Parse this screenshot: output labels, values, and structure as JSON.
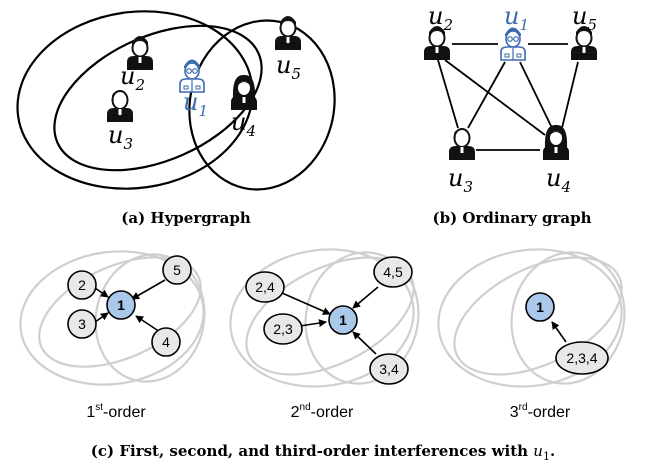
{
  "users": {
    "u1": {
      "base": "u",
      "sub": "1"
    },
    "u2": {
      "base": "u",
      "sub": "2"
    },
    "u3": {
      "base": "u",
      "sub": "3"
    },
    "u4": {
      "base": "u",
      "sub": "4"
    },
    "u5": {
      "base": "u",
      "sub": "5"
    }
  },
  "captions": {
    "a": "(a) Hypergraph",
    "b": "(b) Ordinary graph",
    "c_text": "(c) First, second, and third-order interferences with ",
    "c_var": "u",
    "c_sub": "1",
    "c_end": "."
  },
  "panel_c": {
    "first": {
      "center": "1",
      "nodes": [
        "2",
        "3",
        "5",
        "4"
      ],
      "label_num": "1",
      "label_sup": "st",
      "label_rest": "-order"
    },
    "second": {
      "center": "1",
      "nodes": [
        "2,4",
        "2,3",
        "4,5",
        "3,4"
      ],
      "label_num": "2",
      "label_sup": "nd",
      "label_rest": "-order"
    },
    "third": {
      "center": "1",
      "nodes": [
        "2,3,4"
      ],
      "label_num": "3",
      "label_sup": "rd",
      "label_rest": "-order"
    }
  },
  "colors": {
    "accent": "#3b6bb0",
    "node_fill": "#e8e8e8",
    "center_fill": "#a9c8ea",
    "hyperedge_gray": "#cfcfcf"
  }
}
